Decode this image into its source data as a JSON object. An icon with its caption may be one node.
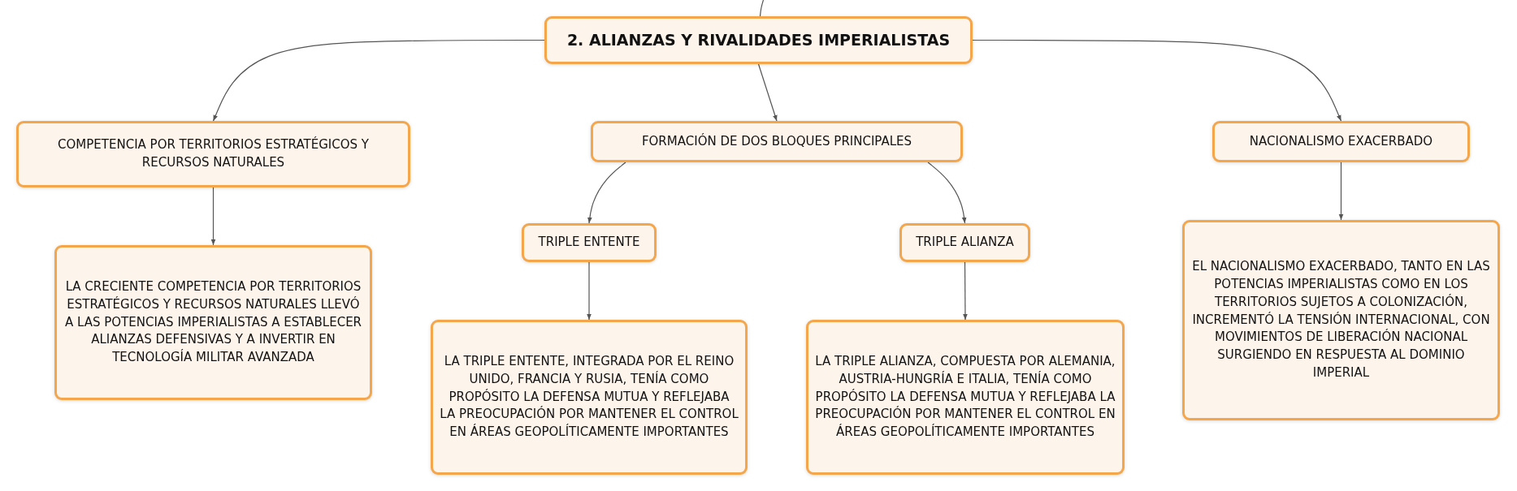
{
  "diagram": {
    "nodes": [
      {
        "text": [
          "2. ALIANZAS Y RIVALIDADES IMPERIALISTAS"
        ]
      },
      {
        "text": [
          "COMPETENCIA POR TERRITORIOS ESTRATÉGICOS Y RECURSOS NATURALES"
        ]
      },
      {
        "text": [
          "LA CRECIENTE COMPETENCIA POR TERRITORIOS ESTRATÉGICOS Y RECURSOS NATURALES LLEVÓ A LAS POTENCIAS IMPERIALISTAS A ESTABLECER ALIANZAS DEFENSIVAS Y A INVERTIR EN TECNOLOGÍA MILITAR AVANZADA"
        ]
      },
      {
        "text": [
          "FORMACIÓN DE DOS BLOQUES PRINCIPALES"
        ]
      },
      {
        "text": [
          "TRIPLE ENTENTE"
        ]
      },
      {
        "text": [
          "LA TRIPLE ENTENTE, INTEGRADA POR EL REINO UNIDO, FRANCIA Y RUSIA, TENÍA COMO PROPÓSITO LA DEFENSA MUTUA Y REFLEJABA LA PREOCUPACIÓN POR MANTENER EL CONTROL EN ÁREAS GEOPOLÍTICAMENTE IMPORTANTES"
        ]
      },
      {
        "text": [
          "TRIPLE ALIANZA"
        ]
      },
      {
        "text": [
          "LA TRIPLE ALIANZA, COMPUESTA POR ALEMANIA, AUSTRIA-HUNGRÍA E ITALIA, TENÍA COMO PROPÓSITO LA DEFENSA MUTUA Y REFLEJABA LA PREOCUPACIÓN POR MANTENER EL CONTROL EN ÁREAS GEOPOLÍTICAMENTE IMPORTANTES"
        ]
      },
      {
        "text": [
          "NACIONALISMO EXACERBADO"
        ]
      },
      {
        "text": [
          "EL NACIONALISMO EXACERBADO, TANTO EN LAS POTENCIAS IMPERIALISTAS COMO EN LOS TERRITORIOS SUJETOS A COLONIZACIÓN, INCREMENTÓ LA TENSIÓN INTERNACIONAL, CON MOVIMIENTOS DE LIBERACIÓN NACIONAL SURGIENDO EN RESPUESTA AL DOMINIO IMPERIAL"
        ]
      }
    ],
    "edges": [
      {
        "from": null,
        "to": 0,
        "arrow": "none"
      },
      {
        "from": 0,
        "to": 1,
        "arrow": "to"
      },
      {
        "from": 1,
        "to": 2,
        "arrow": "to"
      },
      {
        "from": 0,
        "to": 3,
        "arrow": "to"
      },
      {
        "from": 3,
        "to": 4,
        "arrow": "to"
      },
      {
        "from": 4,
        "to": 5,
        "arrow": "to"
      },
      {
        "from": 3,
        "to": 6,
        "arrow": "to"
      },
      {
        "from": 6,
        "to": 7,
        "arrow": "to"
      },
      {
        "from": 0,
        "to": 8,
        "arrow": "to"
      },
      {
        "from": 8,
        "to": 9,
        "arrow": "to"
      }
    ]
  }
}
